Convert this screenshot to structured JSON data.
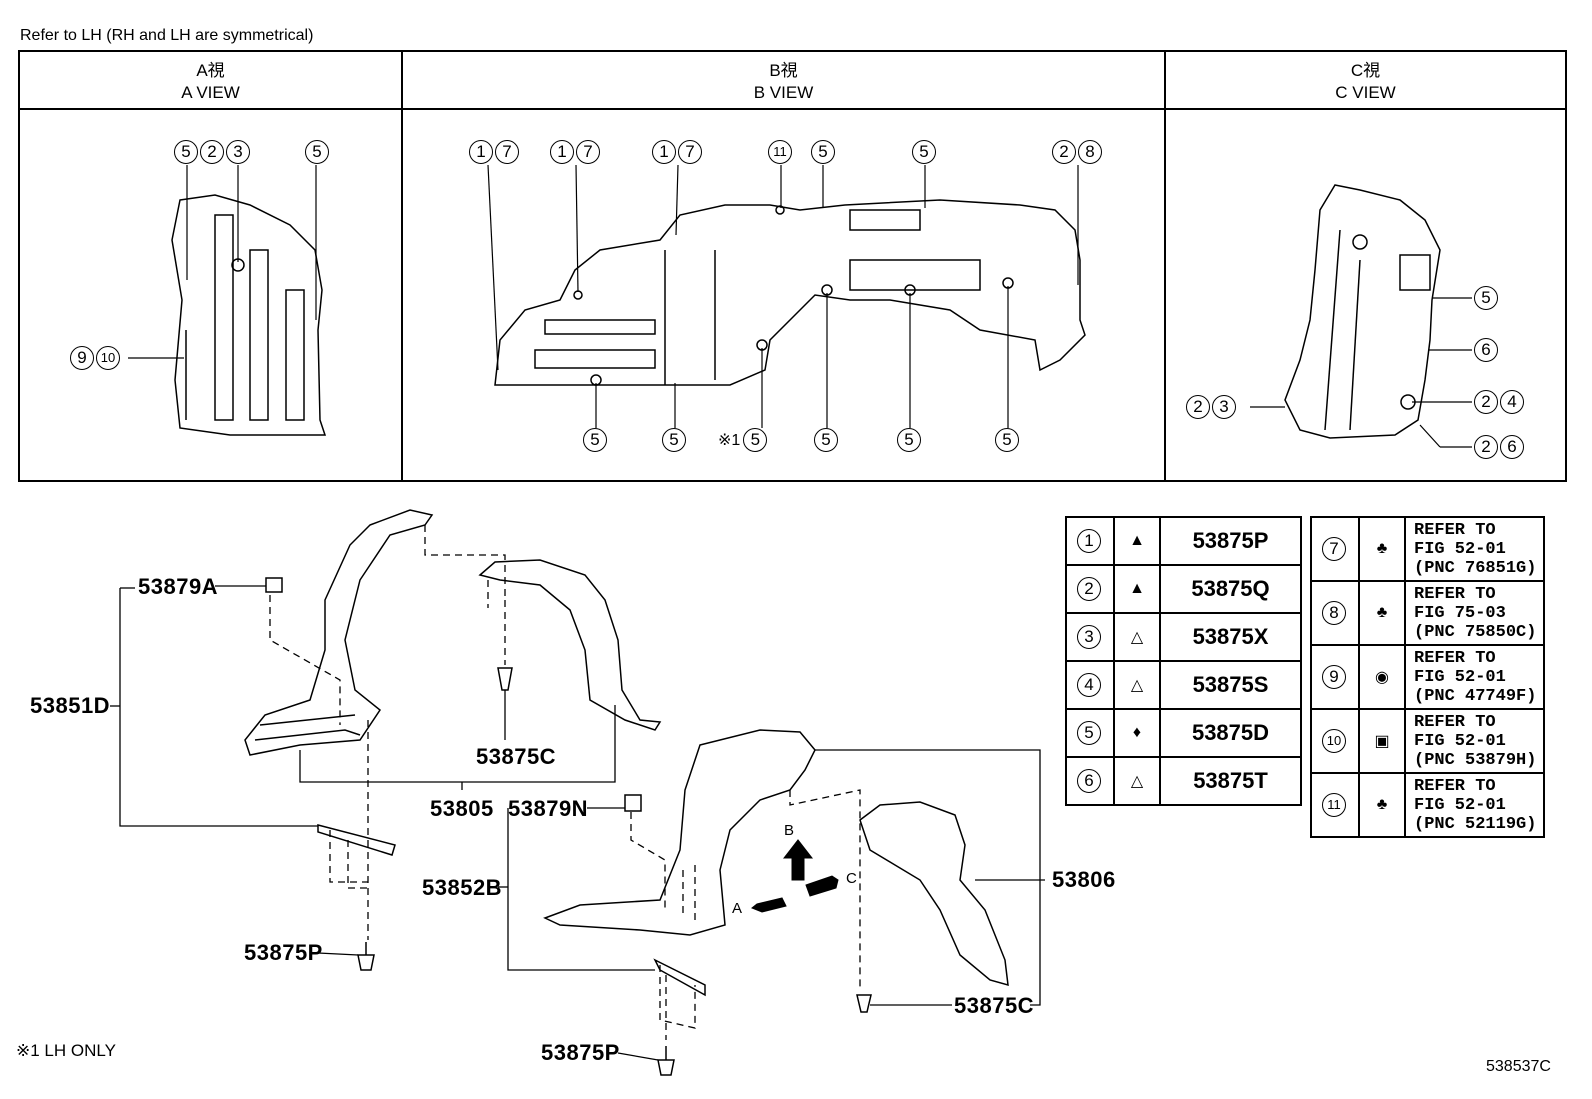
{
  "header_note": "Refer to LH (RH and LH are symmetrical)",
  "views": [
    {
      "jp": "A視",
      "en": "A  VIEW"
    },
    {
      "jp": "B視",
      "en": "B  VIEW"
    },
    {
      "jp": "C視",
      "en": "C  VIEW"
    }
  ],
  "view_a_callouts": [
    [
      "5",
      "2",
      "3"
    ],
    [
      "5"
    ],
    [
      "9",
      "10"
    ]
  ],
  "view_b_callouts_top": [
    [
      "1",
      "7"
    ],
    [
      "1",
      "7"
    ],
    [
      "1",
      "7"
    ],
    [
      "11"
    ],
    [
      "5"
    ],
    [
      "5"
    ],
    [
      "2",
      "8"
    ]
  ],
  "view_b_callouts_bottom": [
    [
      "5"
    ],
    [
      "5"
    ],
    [
      "5"
    ],
    [
      "5"
    ],
    [
      "5"
    ],
    [
      "5"
    ]
  ],
  "view_b_lh_mark": "※1",
  "view_c_callouts": [
    [
      "5"
    ],
    [
      "6"
    ],
    [
      "2",
      "3"
    ],
    [
      "2",
      "4"
    ],
    [
      "2",
      "6"
    ]
  ],
  "part_numbers": {
    "p53879A": "53879A",
    "p53851D": "53851D",
    "p53875C_1": "53875C",
    "p53805": "53805",
    "p53879N": "53879N",
    "p53852B": "53852B",
    "p53806": "53806",
    "p53875P_1": "53875P",
    "p53875P_2": "53875P",
    "p53875C_2": "53875C"
  },
  "arrow_labels": {
    "a": "A",
    "b": "B",
    "c": "C"
  },
  "legend_left": [
    {
      "num": "1",
      "pn": "53875P"
    },
    {
      "num": "2",
      "pn": "53875Q"
    },
    {
      "num": "3",
      "pn": "53875X"
    },
    {
      "num": "4",
      "pn": "53875S"
    },
    {
      "num": "5",
      "pn": "53875D"
    },
    {
      "num": "6",
      "pn": "53875T"
    }
  ],
  "legend_right": [
    {
      "num": "7",
      "l1": "REFER TO",
      "l2": "FIG 52-01",
      "l3": "(PNC 76851G)"
    },
    {
      "num": "8",
      "l1": "REFER TO",
      "l2": "FIG 75-03",
      "l3": "(PNC 75850C)"
    },
    {
      "num": "9",
      "l1": "REFER TO",
      "l2": "FIG 52-01",
      "l3": "(PNC 47749F)"
    },
    {
      "num": "10",
      "l1": "REFER TO",
      "l2": "FIG 52-01",
      "l3": "(PNC 53879H)"
    },
    {
      "num": "11",
      "l1": "REFER TO",
      "l2": "FIG 52-01",
      "l3": "(PNC 52119G)"
    }
  ],
  "footnote": "※1 LH ONLY",
  "figure_id": "538537C"
}
